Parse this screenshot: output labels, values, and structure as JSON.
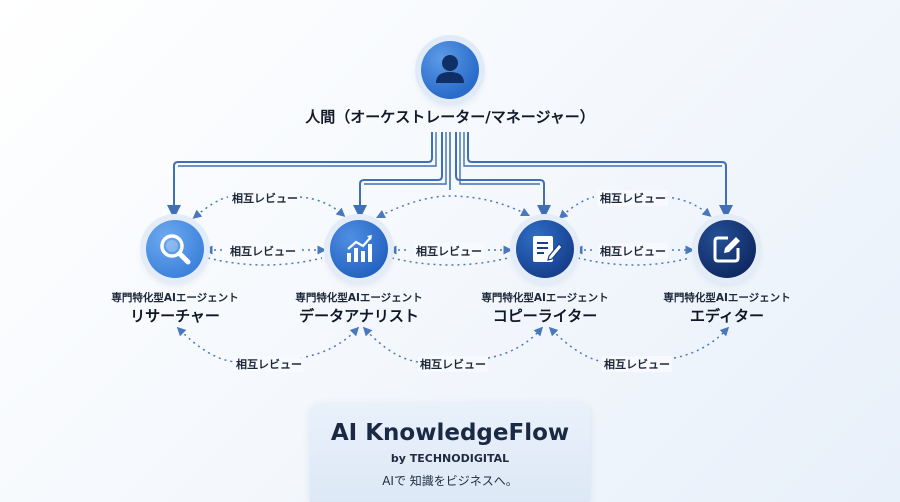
{
  "human": {
    "label": "人間（オーケストレーター/マネージャー）",
    "icon": "person-icon"
  },
  "agents": [
    {
      "type": "専門特化型AIエージェント",
      "name": "リサーチャー",
      "icon": "magnifier-icon",
      "color": "#3c82dc"
    },
    {
      "type": "専門特化型AIエージェント",
      "name": "データアナリスト",
      "icon": "bar-chart-icon",
      "color": "#2463c2"
    },
    {
      "type": "専門特化型AIエージェント",
      "name": "コピーライター",
      "icon": "document-pen-icon",
      "color": "#163f8c"
    },
    {
      "type": "専門特化型AIエージェント",
      "name": "エディター",
      "icon": "edit-square-icon",
      "color": "#0f2a63"
    }
  ],
  "peer_review": {
    "label": "相互レビュー"
  },
  "brand": {
    "title": "AI KnowledgeFlow",
    "by": "by TECHNODIGITAL",
    "tagline": "AIで 知識をビジネスへ。"
  },
  "colors": {
    "line": "#3f6fb5",
    "dotted": "#4a78bd"
  }
}
